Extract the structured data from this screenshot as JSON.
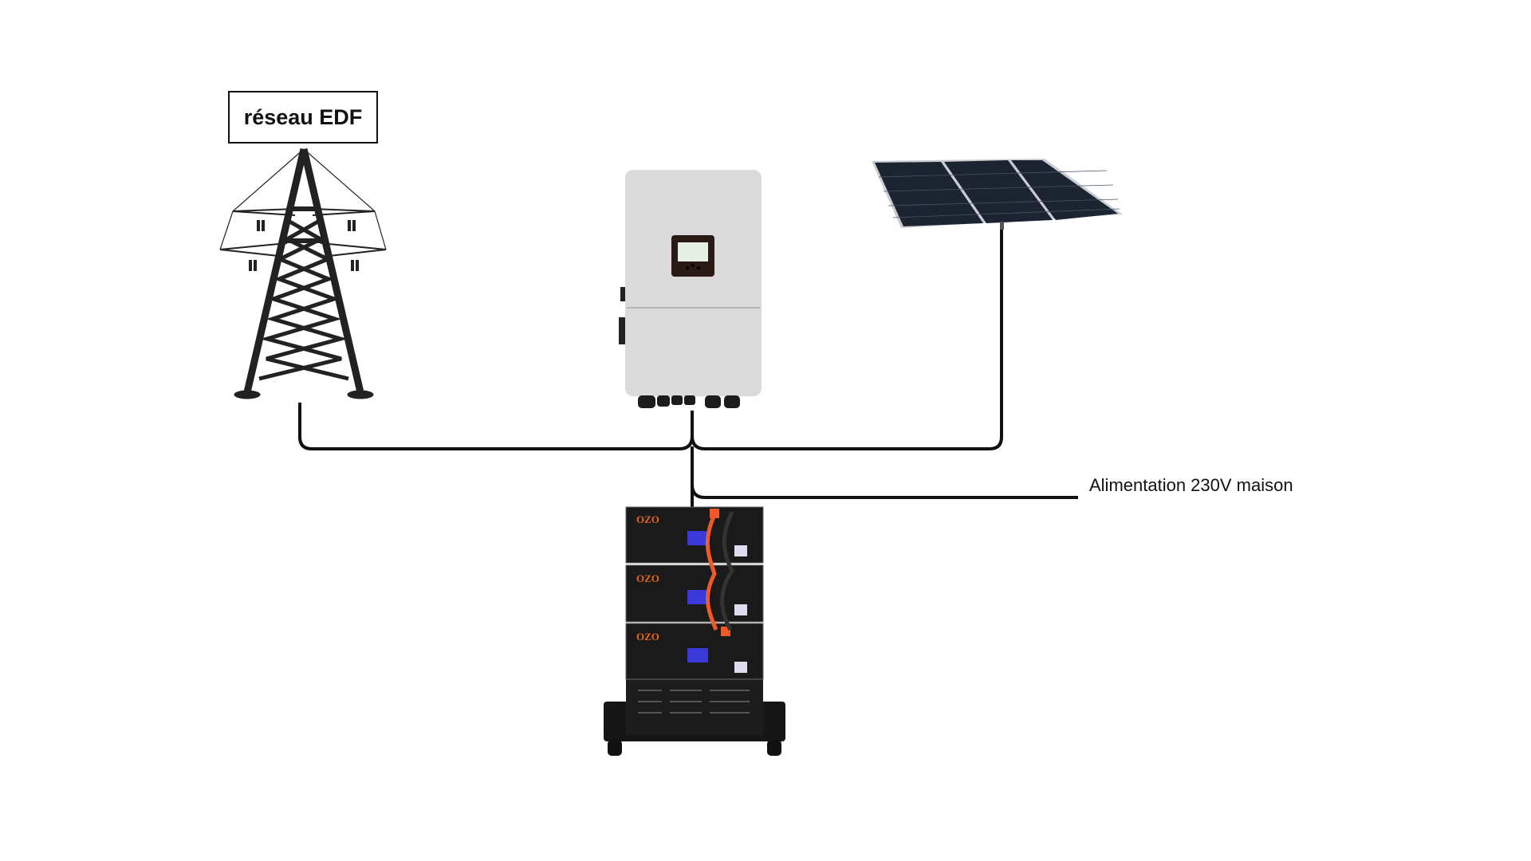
{
  "labels": {
    "grid": "réseau EDF",
    "house_supply": "Alimentation 230V maison"
  },
  "battery": {
    "brand": "OZO",
    "modules": 3
  },
  "colors": {
    "line": "#111111",
    "inverter_body": "#d9d9d9",
    "battery_body": "#1a1a1a",
    "cable_red": "#f05a28",
    "brand_orange": "#e8661c",
    "solar_cell": "#1c2331",
    "lcd": "#3a3ad8"
  }
}
